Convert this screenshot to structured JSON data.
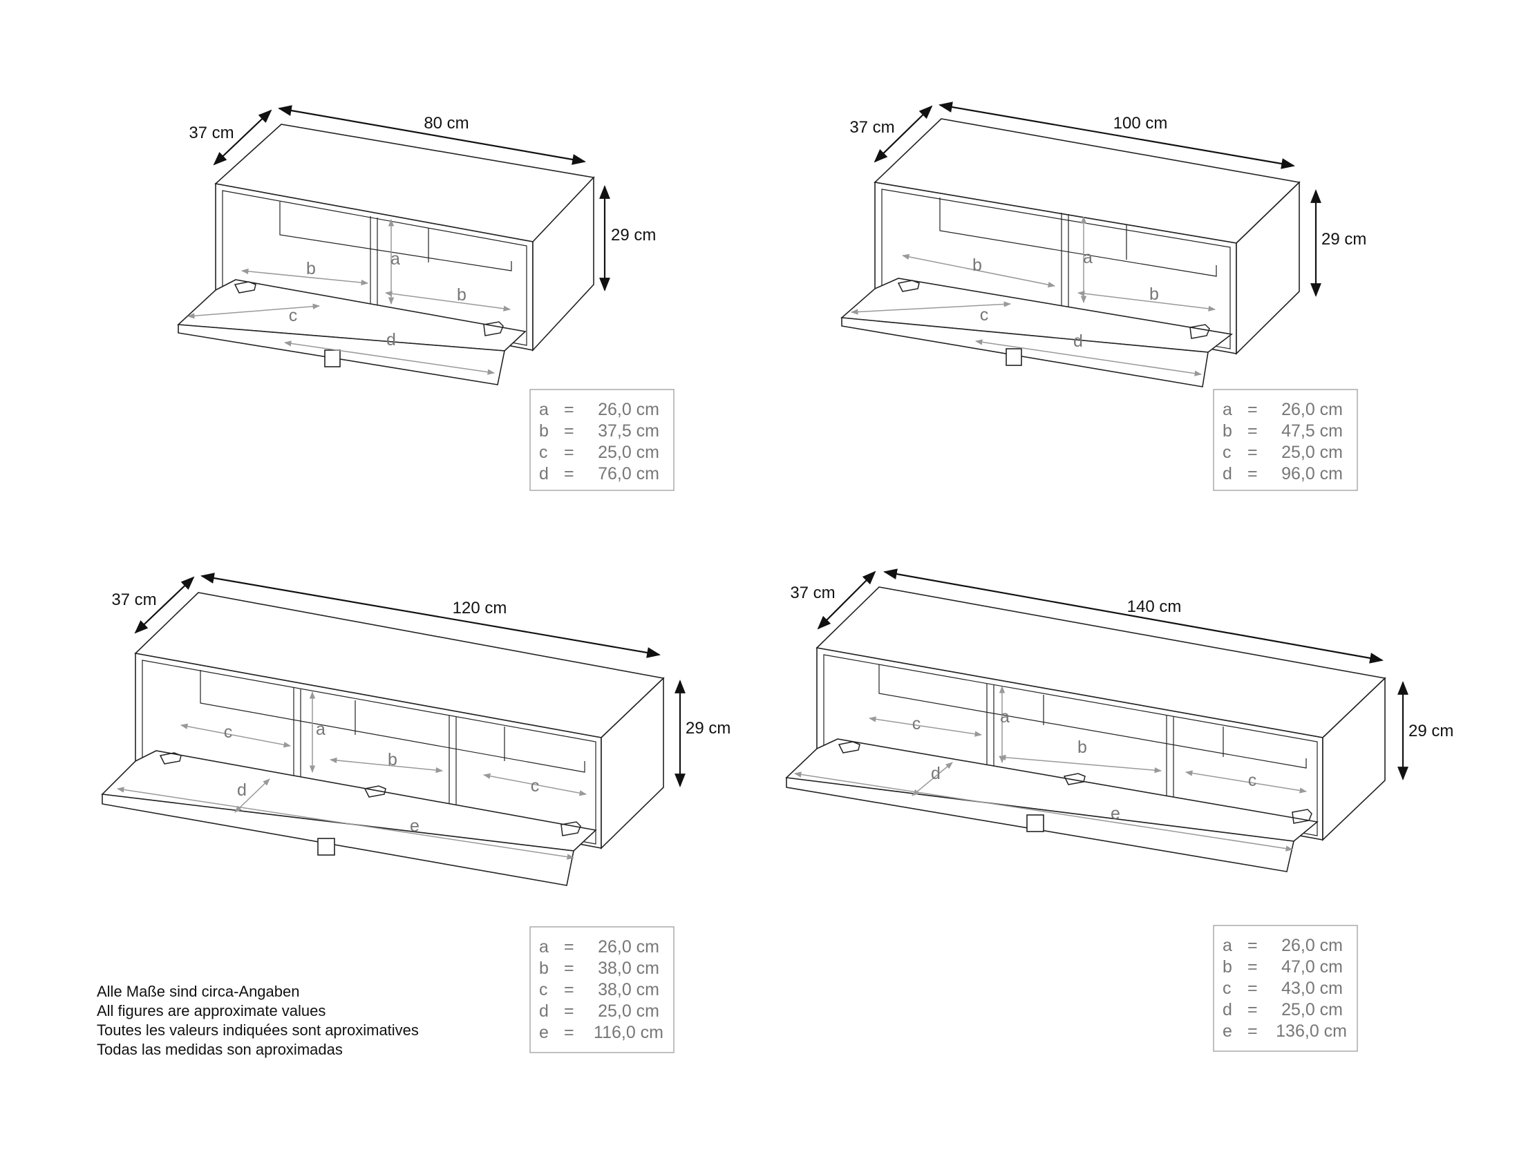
{
  "units": [
    {
      "width": "80 cm",
      "depth": "37 cm",
      "height": "29 cm",
      "labels": [
        "b",
        "a",
        "b",
        "c",
        "d"
      ],
      "legend": [
        {
          "key": "a",
          "eq": "=",
          "value": "26,0 cm"
        },
        {
          "key": "b",
          "eq": "=",
          "value": "37,5 cm"
        },
        {
          "key": "c",
          "eq": "=",
          "value": "25,0 cm"
        },
        {
          "key": "d",
          "eq": "=",
          "value": "76,0 cm"
        }
      ]
    },
    {
      "width": "100 cm",
      "depth": "37 cm",
      "height": "29 cm",
      "labels": [
        "b",
        "a",
        "b",
        "c",
        "d"
      ],
      "legend": [
        {
          "key": "a",
          "eq": "=",
          "value": "26,0 cm"
        },
        {
          "key": "b",
          "eq": "=",
          "value": "47,5 cm"
        },
        {
          "key": "c",
          "eq": "=",
          "value": "25,0 cm"
        },
        {
          "key": "d",
          "eq": "=",
          "value": "96,0 cm"
        }
      ]
    },
    {
      "width": "120 cm",
      "depth": "37 cm",
      "height": "29 cm",
      "labels": [
        "c",
        "a",
        "b",
        "c",
        "d",
        "e"
      ],
      "legend": [
        {
          "key": "a",
          "eq": "=",
          "value": "26,0 cm"
        },
        {
          "key": "b",
          "eq": "=",
          "value": "38,0 cm"
        },
        {
          "key": "c",
          "eq": "=",
          "value": "38,0 cm"
        },
        {
          "key": "d",
          "eq": "=",
          "value": "25,0 cm"
        },
        {
          "key": "e",
          "eq": "=",
          "value": "116,0 cm"
        }
      ]
    },
    {
      "width": "140 cm",
      "depth": "37 cm",
      "height": "29 cm",
      "labels": [
        "c",
        "a",
        "b",
        "c",
        "d",
        "e"
      ],
      "legend": [
        {
          "key": "a",
          "eq": "=",
          "value": "26,0 cm"
        },
        {
          "key": "b",
          "eq": "=",
          "value": "47,0 cm"
        },
        {
          "key": "c",
          "eq": "=",
          "value": "43,0 cm"
        },
        {
          "key": "d",
          "eq": "=",
          "value": "25,0 cm"
        },
        {
          "key": "e",
          "eq": "=",
          "value": "136,0 cm"
        }
      ]
    }
  ],
  "note": [
    "Alle Maße sind circa-Angaben",
    "All figures are approximate values",
    "Toutes les valeurs indiquées sont aproximatives",
    "Todas las medidas son aproximadas"
  ]
}
